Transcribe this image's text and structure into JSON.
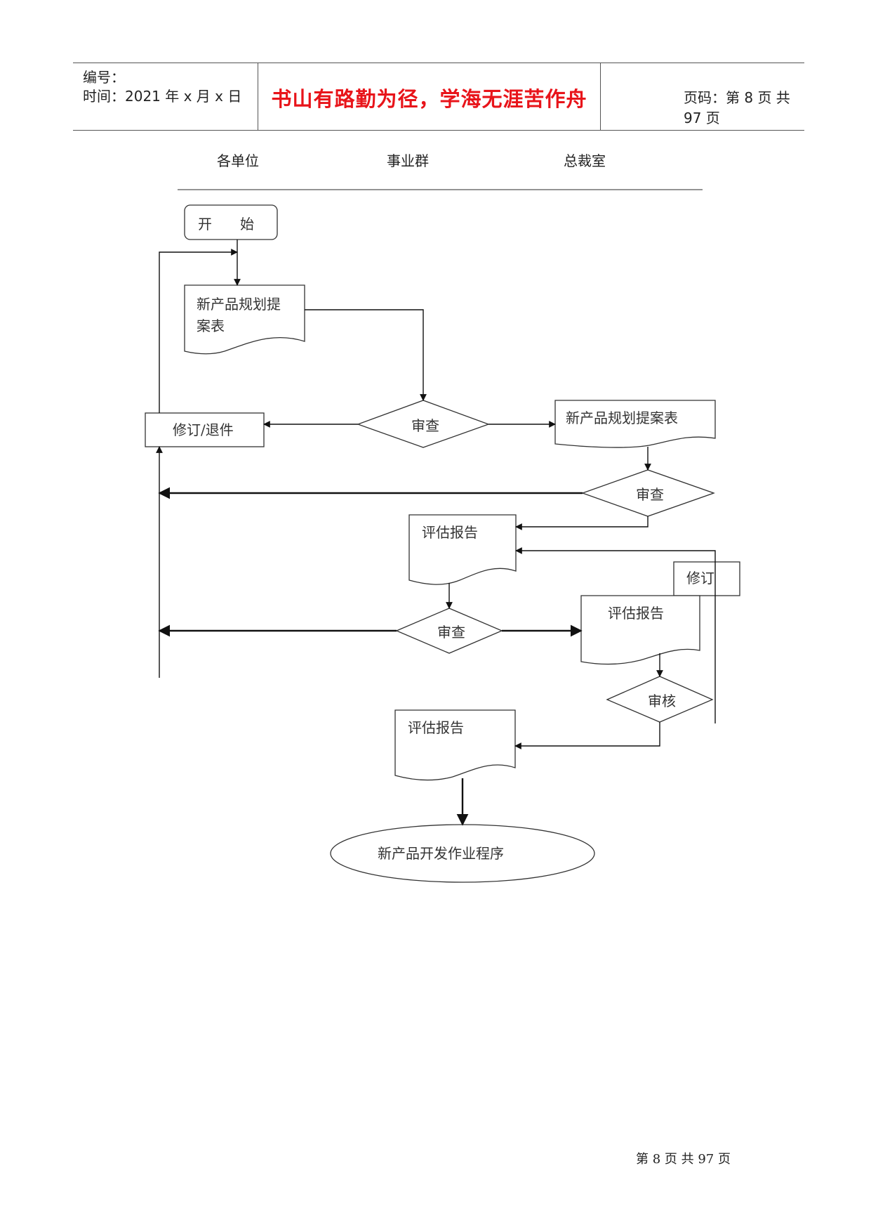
{
  "header": {
    "code_label": "编号：",
    "time_label": "时间：2021 年 x 月 x 日",
    "motto": "书山有路勤为径，学海无涯苦作舟",
    "page_label": "页码：第 8 页  共 97 页"
  },
  "lanes": [
    "各单位",
    "事业群",
    "总裁室"
  ],
  "nodes": {
    "start": "开　　始",
    "proposal_1a": "新产品规划提",
    "proposal_1b": "案表",
    "revise_return": "修订/退件",
    "review_1": "审查",
    "proposal_2": "新产品规划提案表",
    "review_2": "审查",
    "eval_report_1": "评估报告",
    "revise": "修订",
    "eval_report_2": "评估报告",
    "review_3": "审查",
    "approve": "审核",
    "eval_report_3": "评估报告",
    "end": "新产品开发作业程序"
  },
  "footer": "第  8  页  共  97  页"
}
